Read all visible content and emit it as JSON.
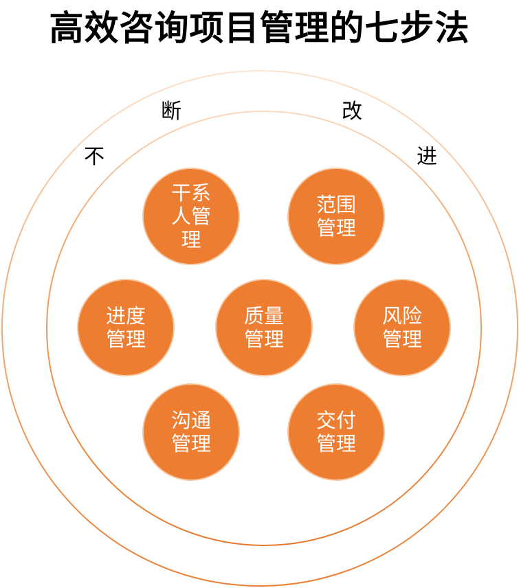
{
  "title": "高效咨询项目管理的七步法",
  "arc_text": [
    "不",
    "断",
    "改",
    "进"
  ],
  "colors": {
    "node_fill": "#ed7d31",
    "node_border": "#f6c9a2",
    "outer_ring": "#ef9d5f",
    "inner_ring": "#ea8a48",
    "outer_ring_fade": "#fbe3cf"
  },
  "nodes": [
    {
      "label": "干系人管理"
    },
    {
      "label": "范围管理"
    },
    {
      "label": "进度管理"
    },
    {
      "label": "质量管理"
    },
    {
      "label": "风险管理"
    },
    {
      "label": "沟通管理"
    },
    {
      "label": "交付管理"
    }
  ]
}
